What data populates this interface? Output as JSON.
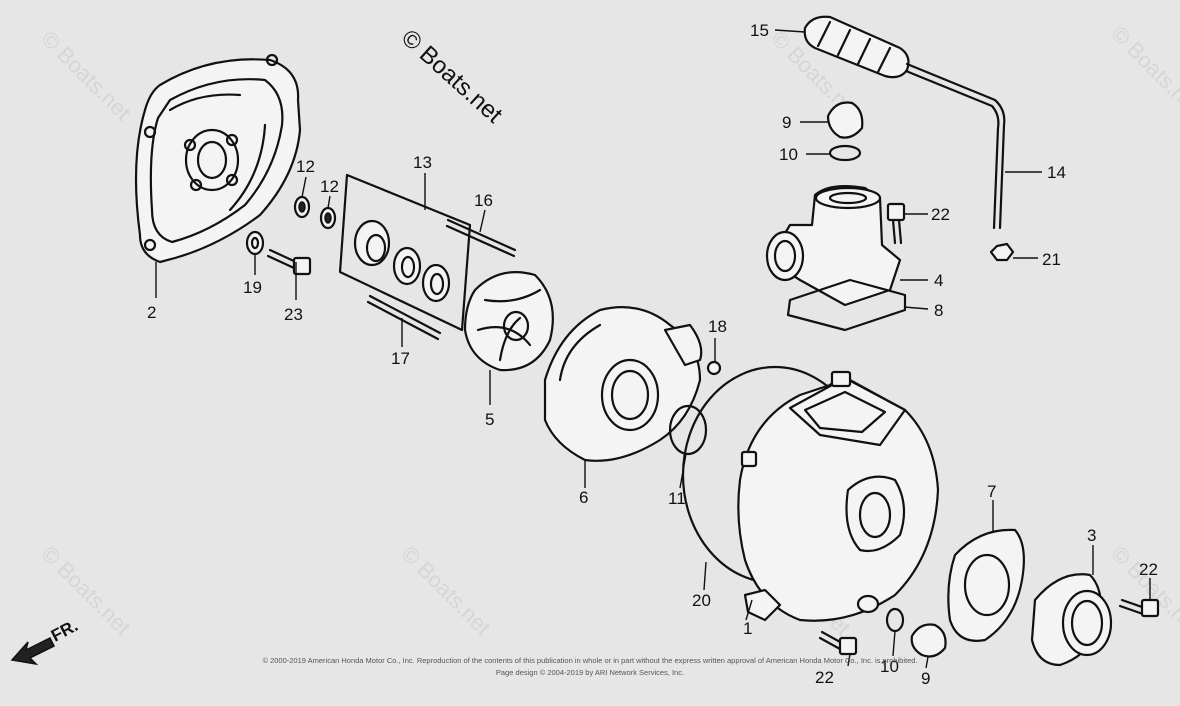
{
  "watermark": {
    "main": "© Boats.net",
    "faint": "© Boats.net"
  },
  "callouts": [
    "1",
    "2",
    "3",
    "4",
    "5",
    "6",
    "7",
    "8",
    "9",
    "9",
    "10",
    "10",
    "11",
    "12",
    "12",
    "13",
    "14",
    "15",
    "16",
    "17",
    "18",
    "19",
    "20",
    "21",
    "22",
    "22",
    "22",
    "23"
  ],
  "front_label": "FR.",
  "footer": {
    "line1": "© 2000-2019 American Honda Motor Co., Inc. Reproduction of the contents of this publication in whole or in part without the express written approval of American Honda Motor Co., Inc. is prohibited.",
    "line2": "Page design © 2004-2019 by ARI Network Services, Inc."
  },
  "colors": {
    "background": "#e6e6e6",
    "ink": "#111111",
    "watermark": "#c9c9c9"
  }
}
